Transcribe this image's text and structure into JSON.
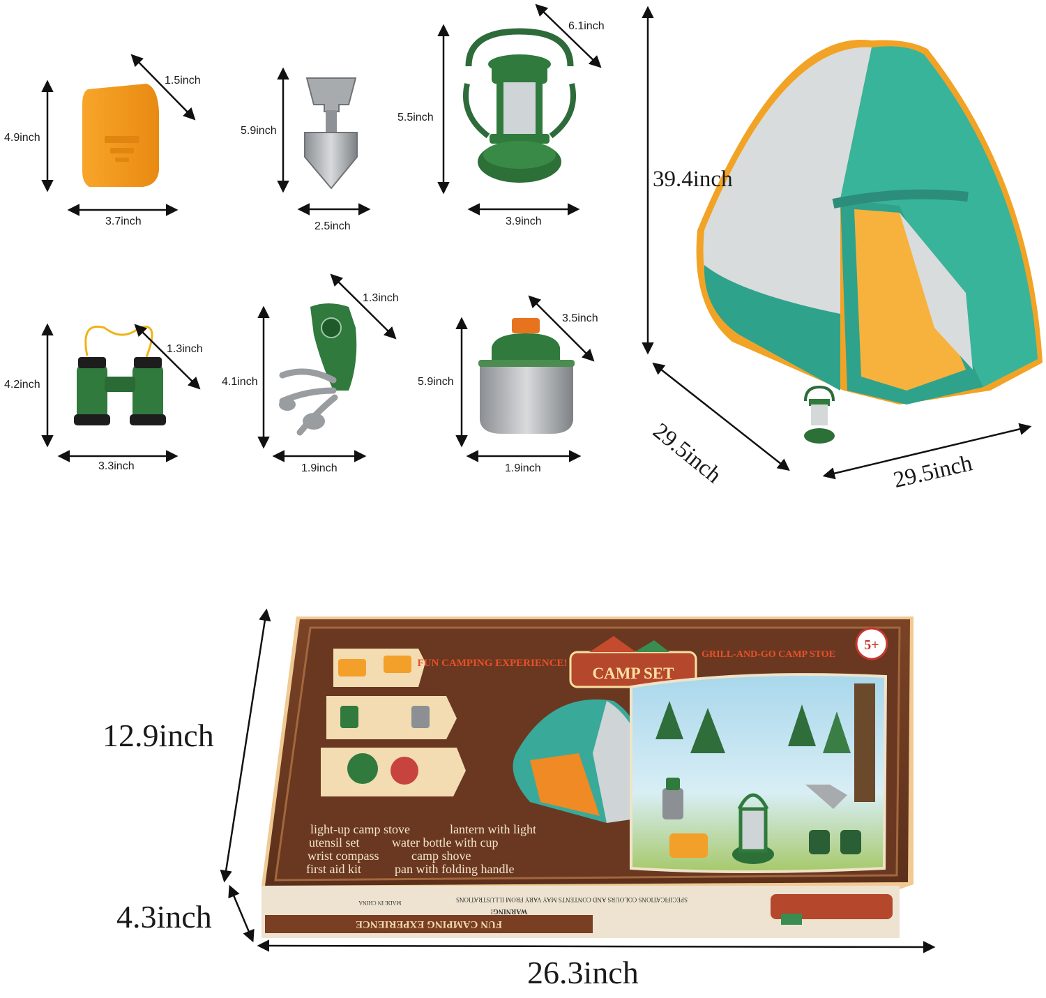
{
  "dimensions": {
    "stove_diag": "1.5inch",
    "stove_h": "4.9inch",
    "stove_w": "3.7inch",
    "shovel_h": "5.9inch",
    "shovel_w": "2.5inch",
    "lantern_diag": "6.1inch",
    "lantern_h": "5.5inch",
    "lantern_w": "3.9inch",
    "tent_h": "39.4inch",
    "tent_d": "29.5inch",
    "tent_w": "29.5inch",
    "binoc_diag": "1.3inch",
    "binoc_h": "4.2inch",
    "binoc_w": "3.3inch",
    "compass_diag": "1.3inch",
    "compass_h": "4.1inch",
    "compass_w": "1.9inch",
    "bottle_diag": "3.5inch",
    "bottle_h": "5.9inch",
    "bottle_w": "1.9inch",
    "box_h": "12.9inch",
    "box_d": "4.3inch",
    "box_w": "26.3inch"
  },
  "box": {
    "tagline": "FUN CAMPING EXPERIENCE!",
    "logo": "CAMP SET",
    "subtitle": "GRILL-AND-GO CAMP STOE",
    "age": "5+",
    "features": [
      "light-up camp stove",
      "lantern with light",
      "utensil set",
      "water bottle with cup",
      "wrist compass",
      "camp shove",
      "first aid kit",
      "pan with folding handle"
    ],
    "side_text": "FUN CAMPING EXPERIENCE",
    "side_note": "SPECIFICATIONS COLOURS AND CONTENTS MAY VARY FROM ILLUSTRATIONS",
    "warning": "WARNING!",
    "made_in": "MADE IN CHINA"
  },
  "colors": {
    "orange": "#f7a11e",
    "green": "#2f7a3c",
    "teal": "#2fb6a0",
    "wood": "#6b3a22",
    "silver": "#b9bcbf"
  }
}
